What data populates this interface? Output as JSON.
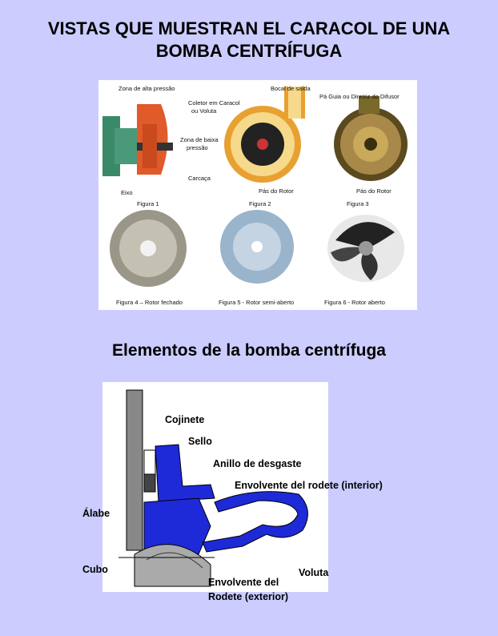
{
  "title_line1": "VISTAS QUE MUESTRAN EL CARACOL DE UNA",
  "title_line2": "BOMBA CENTRÍFUGA",
  "figure_labels": {
    "zona_alta": "Zona de alta pressão",
    "coletor": "Coletor em Caracol",
    "coletor2": "ou Voluta",
    "bocal": "Bocal de saída",
    "pa_guia": "Pá Guia ou Diretriz do Difusor",
    "zona_baixa": "Zona de baixa",
    "zona_baixa2": "pressão",
    "carcaca": "Carcaça",
    "eixo": "Eixo",
    "pas_rotor": "Pás do Rotor",
    "pas_rotor2": "Pás do Rotor",
    "fig1": "Figura 1",
    "fig2": "Figura 2",
    "fig3": "Figura 3",
    "fig4": "Figura 4 – Rotor fechado",
    "fig5": "Figura 5 - Rotor semi-aberto",
    "fig6": "Figura 6 - Rotor aberto"
  },
  "subtitle": "Elementos de la bomba centrífuga",
  "diagram_labels": {
    "cojinete": "Cojinete",
    "sello": "Sello",
    "anillo": "Anillo de desgaste",
    "env_int": "Envolvente del rodete (interior)",
    "alabe": "Álabe",
    "cubo": "Cubo",
    "voluta": "Voluta",
    "env_ext1": "Envolvente del",
    "env_ext2": "Rodete (exterior)"
  }
}
